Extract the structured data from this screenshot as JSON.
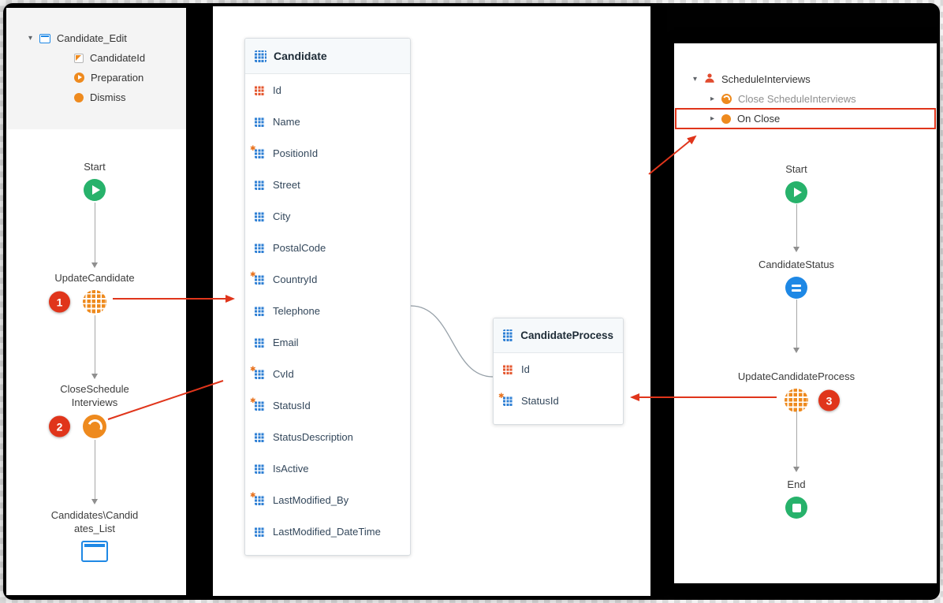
{
  "colors": {
    "annotation_red": "#e0351b",
    "orange": "#ee8a1e",
    "green": "#27b26b",
    "blue": "#1e88e5"
  },
  "left_panel": {
    "tree": {
      "root_label": "Candidate_Edit",
      "items": [
        {
          "label": "CandidateId",
          "icon": "input-parameter-icon"
        },
        {
          "label": "Preparation",
          "icon": "preparation-icon"
        },
        {
          "label": "Dismiss",
          "icon": "event-icon"
        }
      ]
    },
    "flow": {
      "start_label": "Start",
      "update_candidate_label": "UpdateCandidate",
      "update_candidate_badge": "1",
      "close_schedule_label": "CloseSchedule Interviews",
      "close_schedule_badge": "2",
      "screen_label": "Candidates\\Candidates_List"
    }
  },
  "erd": {
    "candidate": {
      "name": "Candidate",
      "attributes": [
        {
          "name": "Id",
          "kind": "pk"
        },
        {
          "name": "Name",
          "kind": "attr"
        },
        {
          "name": "PositionId",
          "kind": "fk"
        },
        {
          "name": "Street",
          "kind": "attr"
        },
        {
          "name": "City",
          "kind": "attr"
        },
        {
          "name": "PostalCode",
          "kind": "attr"
        },
        {
          "name": "CountryId",
          "kind": "fk"
        },
        {
          "name": "Telephone",
          "kind": "attr"
        },
        {
          "name": "Email",
          "kind": "attr"
        },
        {
          "name": "CvId",
          "kind": "fk"
        },
        {
          "name": "StatusId",
          "kind": "fk"
        },
        {
          "name": "StatusDescription",
          "kind": "attr"
        },
        {
          "name": "IsActive",
          "kind": "attr"
        },
        {
          "name": "LastModified_By",
          "kind": "fk"
        },
        {
          "name": "LastModified_DateTime",
          "kind": "attr"
        }
      ]
    },
    "candidate_process": {
      "name": "CandidateProcess",
      "attributes": [
        {
          "name": "Id",
          "kind": "pk"
        },
        {
          "name": "StatusId",
          "kind": "fk"
        }
      ]
    }
  },
  "right_panel": {
    "tree": {
      "root_label": "ScheduleInterviews",
      "items": [
        {
          "label": "Close ScheduleInterviews",
          "icon": "close-event-icon"
        },
        {
          "label": "On Close",
          "icon": "event-icon",
          "highlighted": true
        }
      ]
    },
    "flow": {
      "start_label": "Start",
      "candidate_status_label": "CandidateStatus",
      "update_process_label": "UpdateCandidateProcess",
      "update_process_badge": "3",
      "end_label": "End"
    }
  }
}
